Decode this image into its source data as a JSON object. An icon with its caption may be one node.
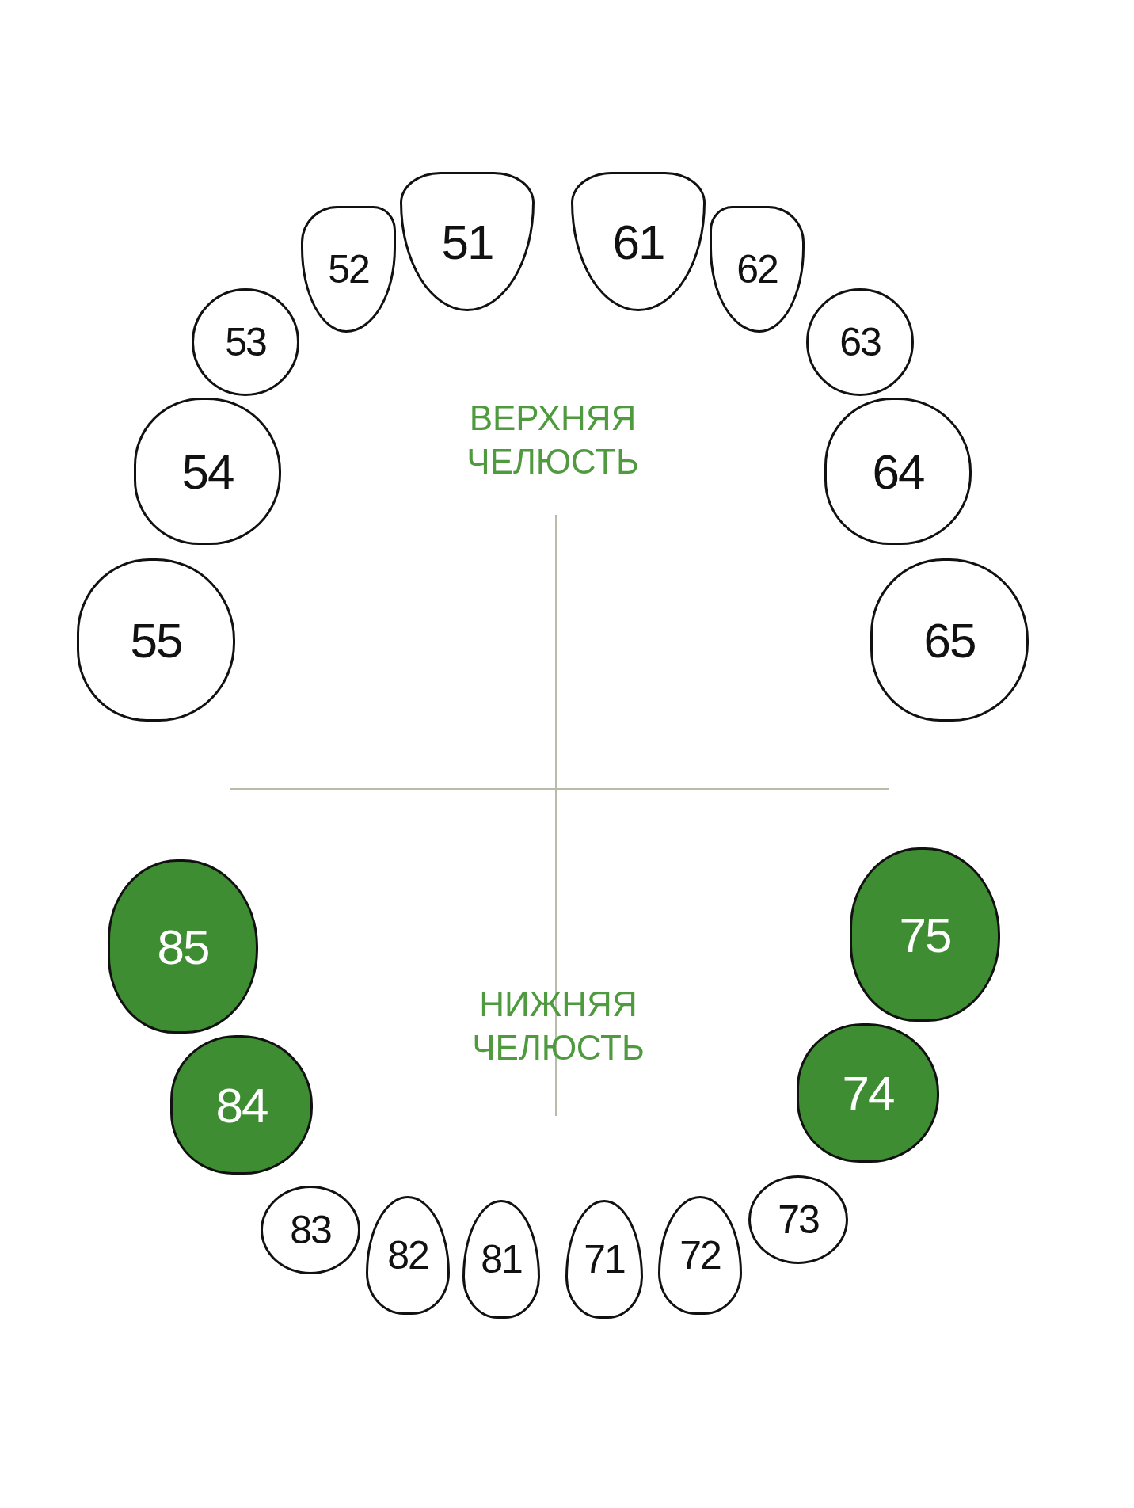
{
  "diagram": {
    "nodes": [
      {
        "text": [
          "55"
        ]
      },
      {
        "text": [
          "54"
        ]
      },
      {
        "text": [
          "53"
        ]
      },
      {
        "text": [
          "52"
        ]
      },
      {
        "text": [
          "51"
        ]
      },
      {
        "text": [
          "61"
        ]
      },
      {
        "text": [
          "62"
        ]
      },
      {
        "text": [
          "63"
        ]
      },
      {
        "text": [
          "64"
        ]
      },
      {
        "text": [
          "65"
        ]
      },
      {
        "text": [
          "85"
        ]
      },
      {
        "text": [
          "75"
        ]
      },
      {
        "text": [
          "84"
        ]
      },
      {
        "text": [
          "74"
        ]
      },
      {
        "text": [
          "83"
        ]
      },
      {
        "text": [
          "73"
        ]
      },
      {
        "text": [
          "82"
        ]
      },
      {
        "text": [
          "81"
        ]
      },
      {
        "text": [
          "71"
        ]
      },
      {
        "text": [
          "72"
        ]
      }
    ],
    "labels": [
      "ВЕРХНЯЯ ЧЕЛЮСТЬ",
      "НИЖНЯЯ ЧЕЛЮСТЬ"
    ]
  }
}
